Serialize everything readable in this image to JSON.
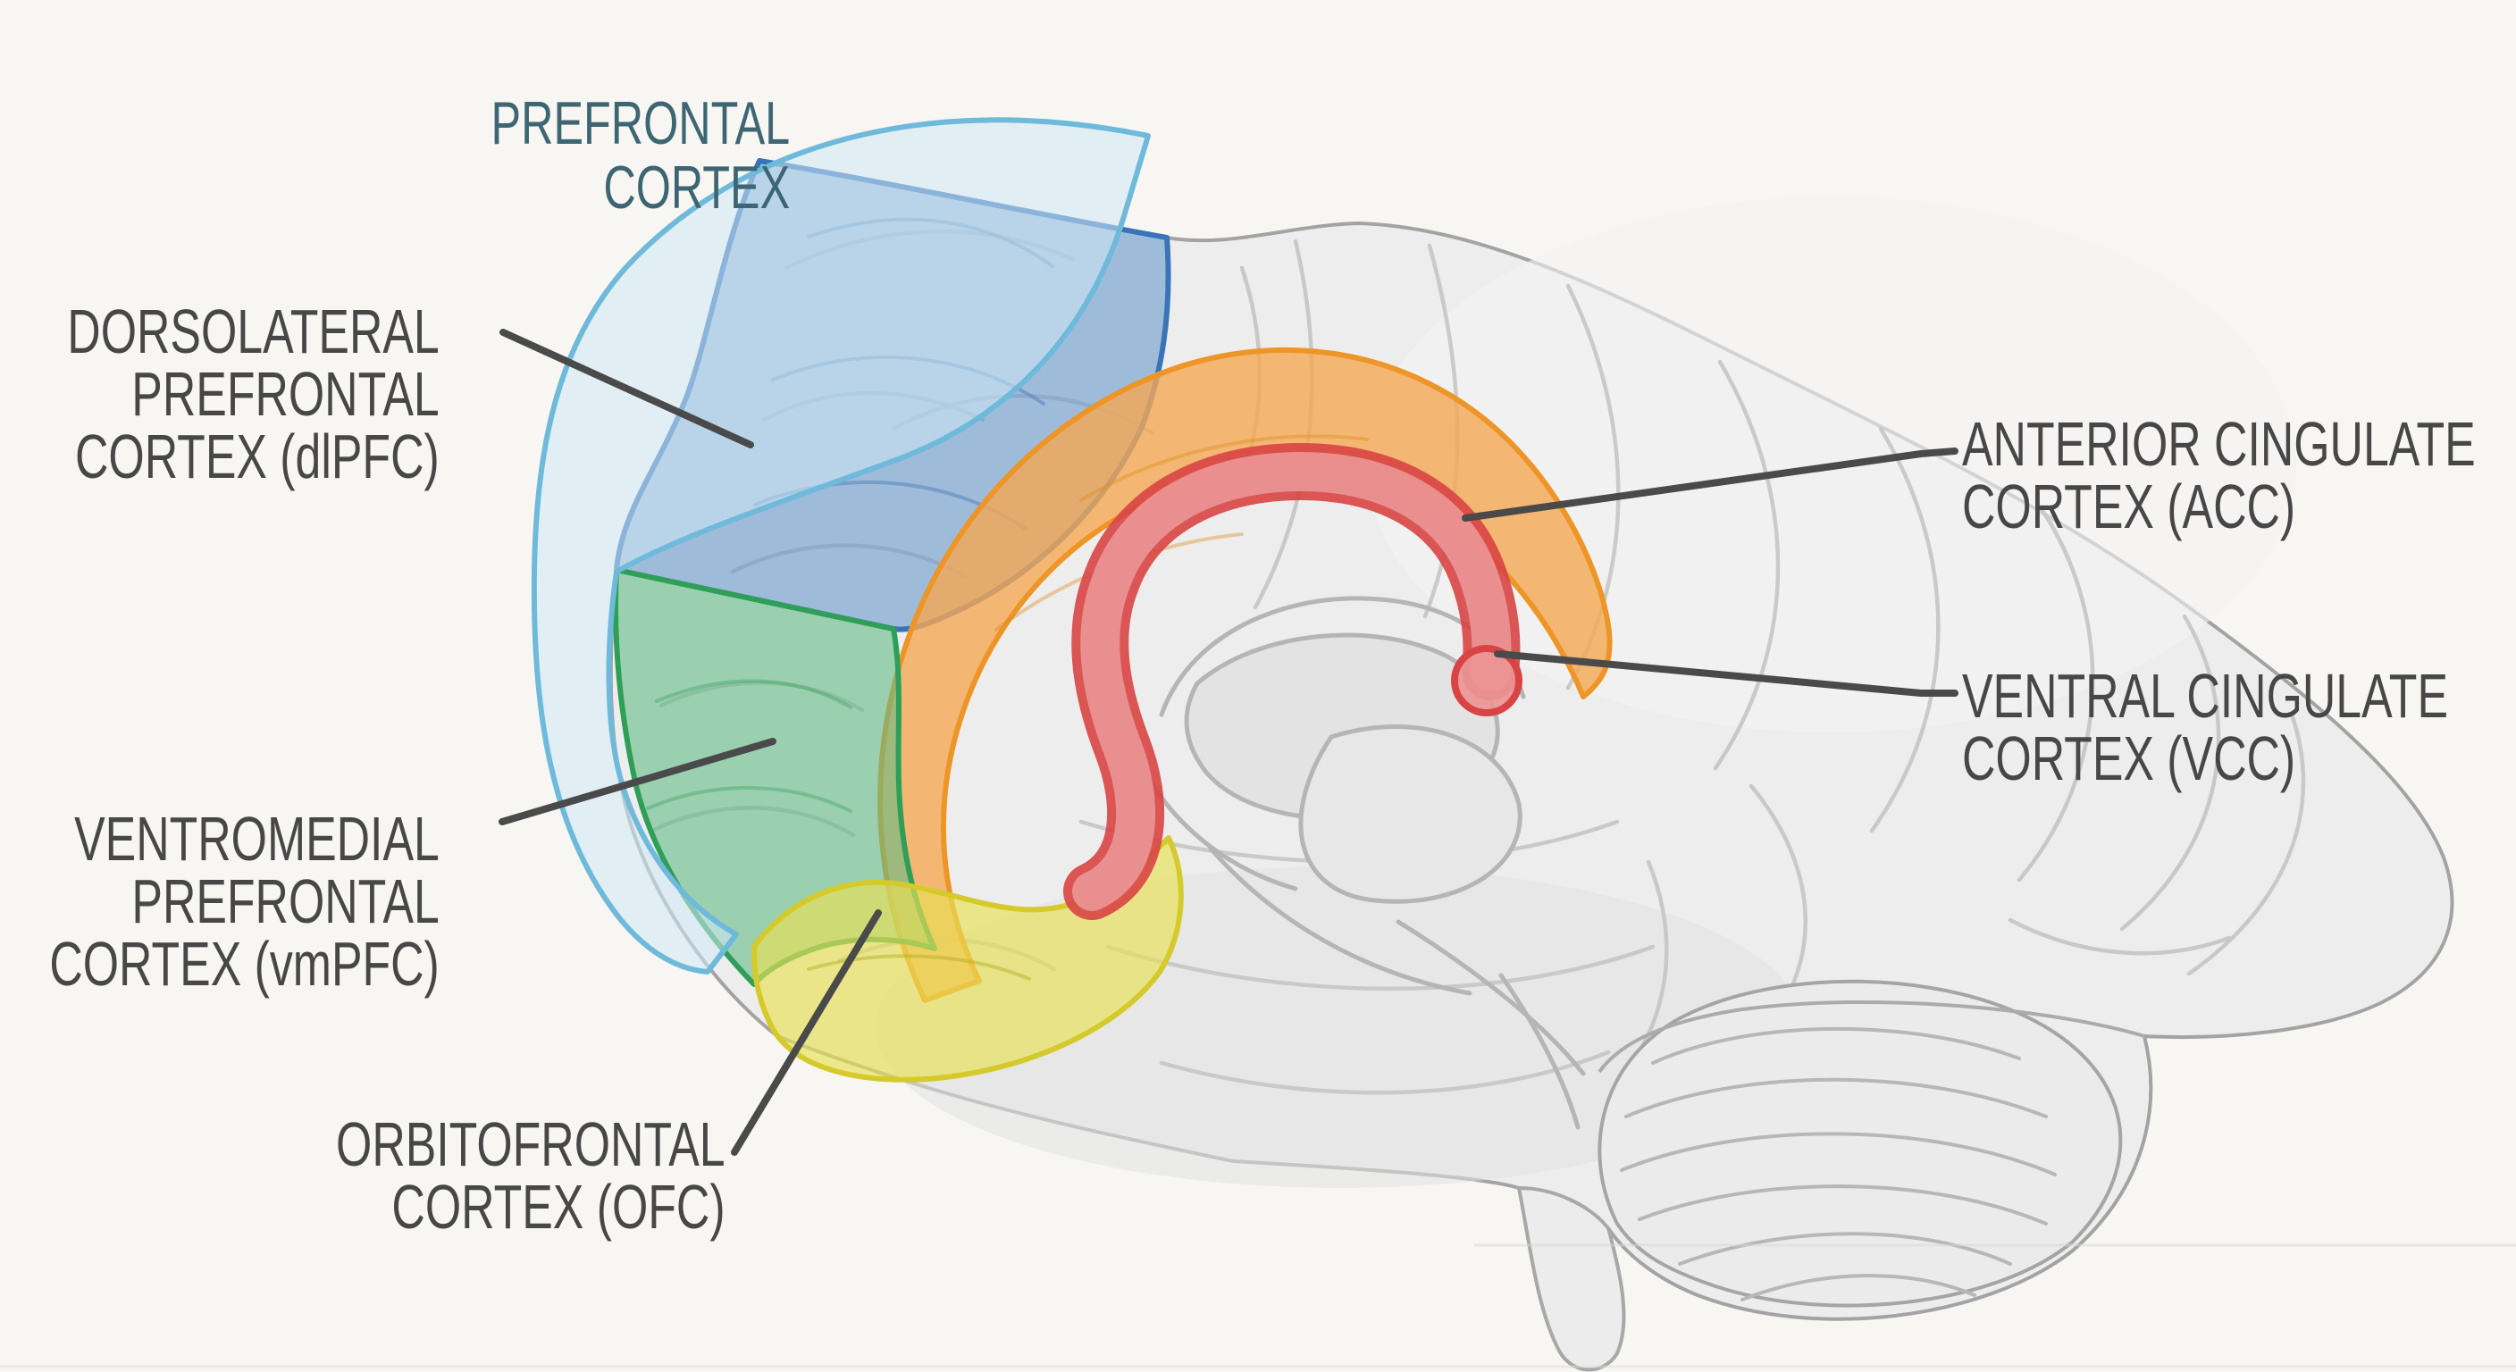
{
  "diagram": {
    "type": "brain-anatomy-diagram",
    "title": {
      "line1": "PREFRONTAL",
      "line2": "CORTEX"
    },
    "labels": {
      "dlpfc": {
        "line1": "DORSOLATERAL",
        "line2": "PREFRONTAL",
        "line3": "CORTEX (dlPFC)"
      },
      "vmpfc": {
        "line1": "VENTROMEDIAL",
        "line2": "PREFRONTAL",
        "line3": "CORTEX (vmPFC)"
      },
      "ofc": {
        "line1": "ORBITOFRONTAL",
        "line2": "CORTEX (OFC)"
      },
      "acc": {
        "line1": "ANTERIOR CINGULATE",
        "line2": "CORTEX (ACC)"
      },
      "vcc": {
        "line1": "VENTRAL CINGULATE",
        "line2": "CORTEX (VCC)"
      }
    },
    "colors": {
      "background": "#f7f6f2",
      "label_text": "#474747",
      "title_text": "#3d6672",
      "leader_line": "#4a4a4a",
      "brain_fill": "#ededed",
      "brain_outline": "#a3a3a3",
      "gyri_line": "#c7c7c7",
      "deep_structure_line": "#b5b5b5",
      "prefrontal_band_fill": "#cfe9f6",
      "prefrontal_band_edge": "#6fb9da",
      "dlpfc_fill": "#5d92ca",
      "dlpfc_edge": "#3a74b8",
      "vmpfc_fill": "#62ba86",
      "vmpfc_edge": "#2f9e57",
      "ofc_fill": "#e9e055",
      "ofc_edge": "#d5ca2b",
      "acc_fill": "#f5a854",
      "acc_edge": "#ee9527",
      "vcc_fill": "#ec9595",
      "vcc_edge": "#d84444"
    }
  }
}
